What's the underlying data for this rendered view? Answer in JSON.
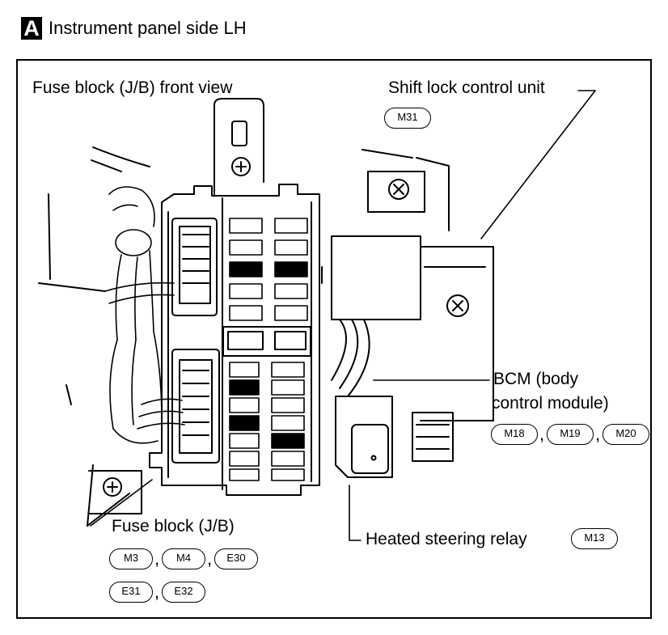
{
  "section": {
    "badge": "A",
    "title": "Instrument panel side LH"
  },
  "labels": {
    "fuse_front_view": "Fuse block (J/B) front view",
    "shift_lock": "Shift lock control unit",
    "bcm_line1": "BCM (body",
    "bcm_line2": "control module)",
    "heated_relay": "Heated steering relay",
    "fuse_block": "Fuse block (J/B)"
  },
  "connectors": {
    "shift_lock": [
      "M31"
    ],
    "bcm": [
      "M18",
      "M19",
      "M20"
    ],
    "heated_relay": [
      "M13"
    ],
    "fuse_block_row1": [
      "M3",
      "M4",
      "E30"
    ],
    "fuse_block_row2": [
      "E31",
      "E32"
    ]
  },
  "separator": ","
}
